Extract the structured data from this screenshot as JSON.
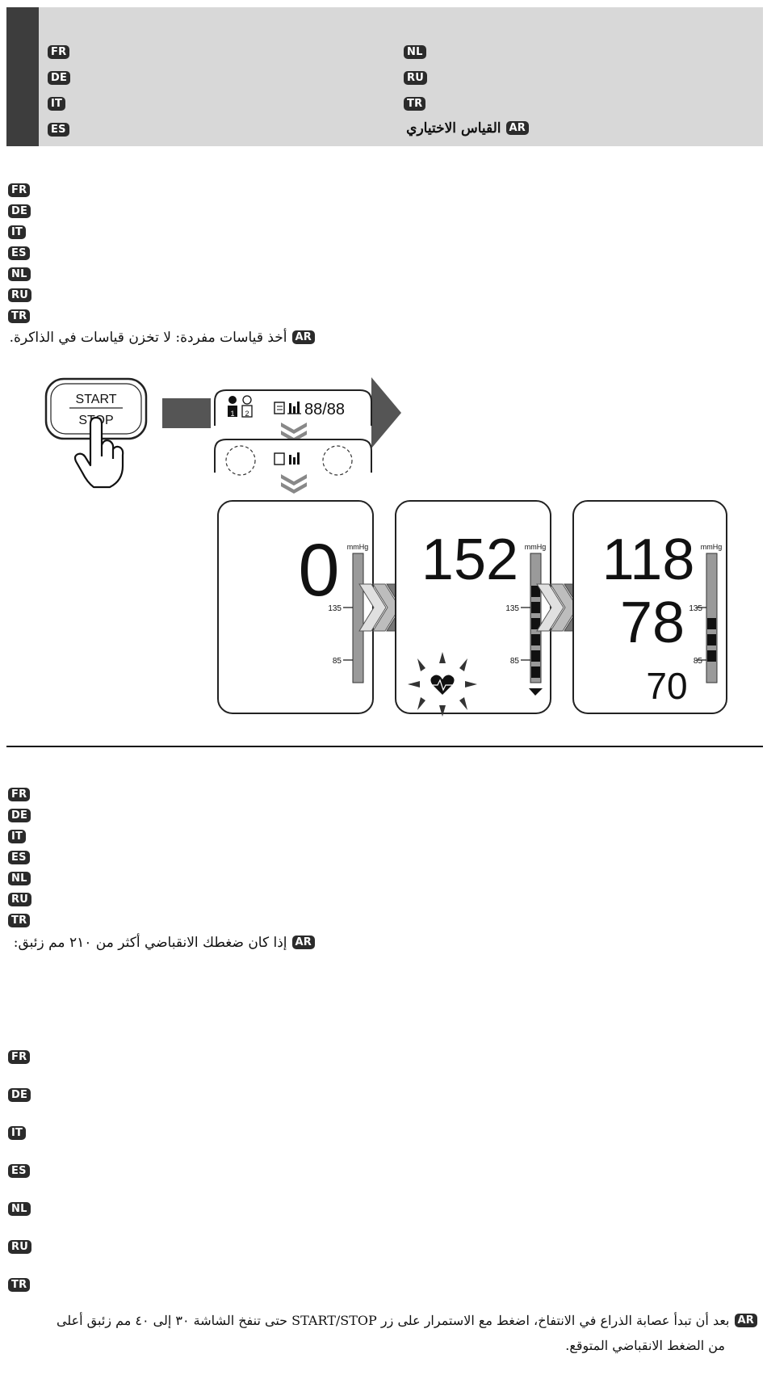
{
  "header": {
    "left_tags": [
      "FR",
      "DE",
      "IT",
      "ES"
    ],
    "right_tags": [
      "NL",
      "RU",
      "TR",
      "AR"
    ],
    "ar_title": "القياس الاختياري"
  },
  "section1": {
    "tags": [
      "FR",
      "DE",
      "IT",
      "ES",
      "NL",
      "RU",
      "TR"
    ],
    "ar_tag": "AR",
    "ar_text": "أخذ قياسات مفردة: لا تخزن قياسات في الذاكرة."
  },
  "figure": {
    "button_top": "START",
    "button_bottom": "STOP",
    "display_top_digits": "88/88",
    "screen1": {
      "value": "0",
      "unit": "mmHg",
      "scale_mid": "135",
      "scale_low": "85"
    },
    "screen2": {
      "value": "152",
      "unit": "mmHg",
      "scale_mid": "135",
      "scale_low": "85"
    },
    "screen3": {
      "systolic": "118",
      "diastolic": "78",
      "pulse": "70",
      "unit": "mmHg",
      "scale_mid": "135",
      "scale_low": "85"
    }
  },
  "section2": {
    "tags": [
      "FR",
      "DE",
      "IT",
      "ES",
      "NL",
      "RU",
      "TR"
    ],
    "ar_tag": "AR",
    "ar_text": "إذا كان ضغطك الانقباضي أكثر من ٢١٠ مم زئبق:"
  },
  "section3": {
    "tags": [
      "FR",
      "DE",
      "IT",
      "ES",
      "NL",
      "RU",
      "TR"
    ],
    "ar_tag": "AR",
    "ar_text_line1": "بعد أن تبدأ عصابة الذراع في الانتفاخ، اضغط مع الاستمرار على زر START/STOP حتى تنفخ الشاشة ٣٠ إلى ٤٠ مم زئبق أعلى",
    "ar_text_line2": "من الضغط الانقباضي المتوقع."
  },
  "colors": {
    "header_bg": "#d8d8d8",
    "header_tab": "#3d3d3d",
    "tag_bg": "#2b2b2b",
    "arrow_gray": "#555555"
  }
}
